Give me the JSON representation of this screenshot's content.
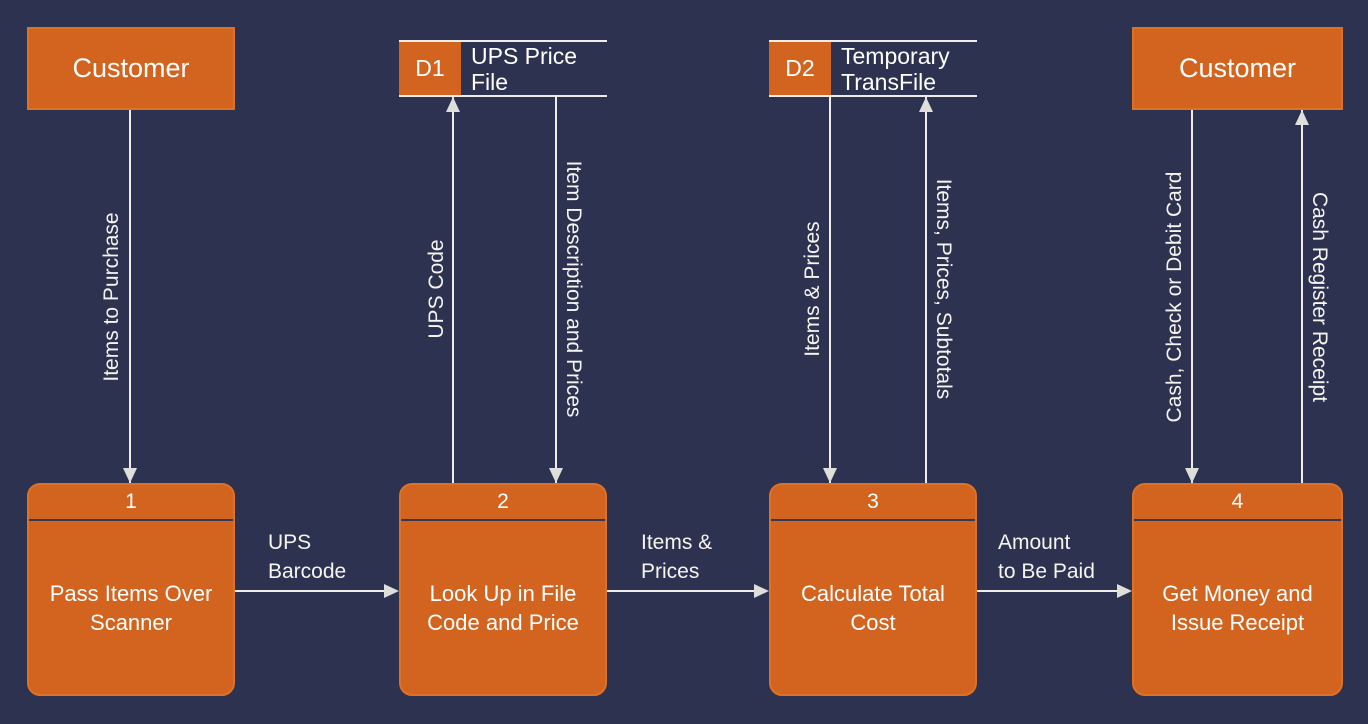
{
  "diagram": {
    "type": "data-flow-diagram",
    "colors": {
      "background": "#2d3250",
      "node_fill": "#d2641f",
      "node_border": "#dd7226",
      "line": "#eeedea",
      "text": "#ffffff"
    },
    "entities": [
      {
        "id": "customer-left",
        "label": "Customer"
      },
      {
        "id": "customer-right",
        "label": "Customer"
      }
    ],
    "data_stores": [
      {
        "id": "D1",
        "name": "UPS Price File"
      },
      {
        "id": "D2",
        "name": "Temporary TransFile"
      }
    ],
    "processes": [
      {
        "number": "1",
        "label": "Pass Items Over Scanner"
      },
      {
        "number": "2",
        "label": "Look Up in File Code and Price"
      },
      {
        "number": "3",
        "label": "Calculate Total Cost"
      },
      {
        "number": "4",
        "label": "Get Money and Issue Receipt"
      }
    ],
    "flows": [
      {
        "label": "Items to Purchase",
        "from": "Customer",
        "to": "Process 1"
      },
      {
        "label": "UPS Code",
        "from": "Process 2",
        "to": "D1"
      },
      {
        "label": "Item Description and Prices",
        "from": "D1",
        "to": "Process 2"
      },
      {
        "label": "Items & Prices",
        "from": "D2",
        "to": "Process 3"
      },
      {
        "label": "Items, Prices, Subtotals",
        "from": "Process 3",
        "to": "D2"
      },
      {
        "label": "Cash, Check or Debit Card",
        "from": "Customer",
        "to": "Process 4"
      },
      {
        "label": "Cash Register Receipt",
        "from": "Process 4",
        "to": "Customer"
      },
      {
        "label": "UPS\nBarcode",
        "from": "Process 1",
        "to": "Process 2"
      },
      {
        "label": "Items &\nPrices",
        "from": "Process 2",
        "to": "Process 3"
      },
      {
        "label": "Amount\nto Be Paid",
        "from": "Process 3",
        "to": "Process 4"
      }
    ]
  }
}
